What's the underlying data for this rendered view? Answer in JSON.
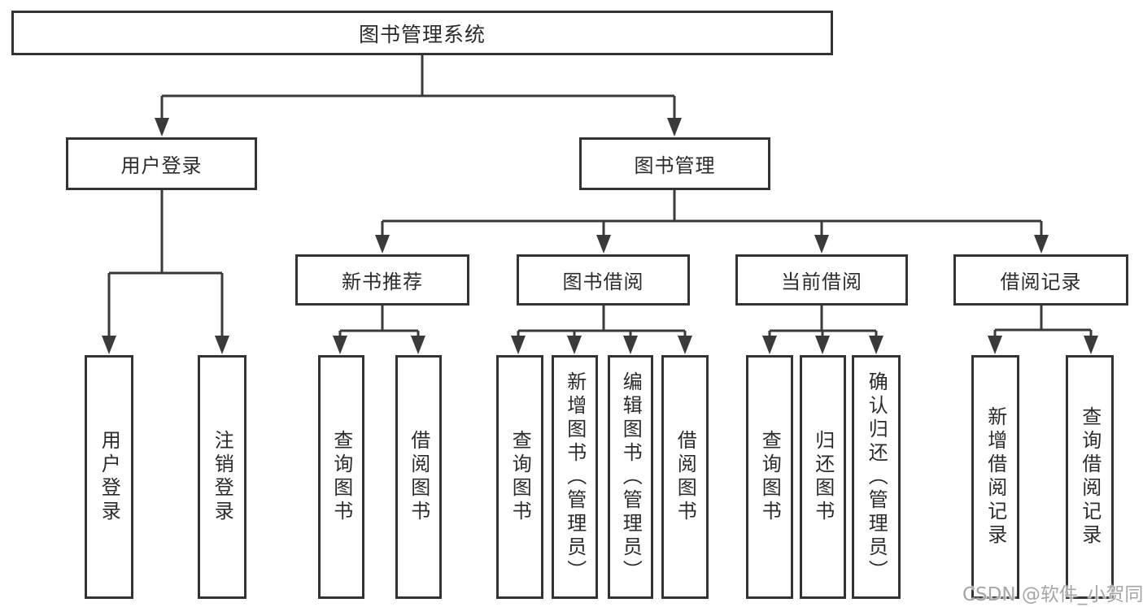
{
  "nodes": {
    "root": "图书管理系统",
    "user": {
      "label": "用户登录",
      "children": [
        "用户登录",
        "注销登录"
      ]
    },
    "management": {
      "label": "图书管理",
      "groups": [
        {
          "label": "新书推荐",
          "children": [
            "查询图书",
            "借阅图书"
          ]
        },
        {
          "label": "图书借阅",
          "children": [
            "查询图书",
            "新增图书（管理员）",
            "编辑图书（管理员）",
            "借阅图书"
          ]
        },
        {
          "label": "当前借阅",
          "children": [
            "查询图书",
            "归还图书",
            "确认归还（管理员）"
          ]
        },
        {
          "label": "借阅记录",
          "children": [
            "新增借阅记录",
            "查询借阅记录"
          ]
        }
      ]
    }
  },
  "watermark": "CSDN @软件_小贺同学",
  "colors": {
    "line": "#3a3a3a",
    "box_border": "#333333",
    "text": "#2b2b2b",
    "watermark": "#a6a6a6",
    "background": "#ffffff"
  }
}
